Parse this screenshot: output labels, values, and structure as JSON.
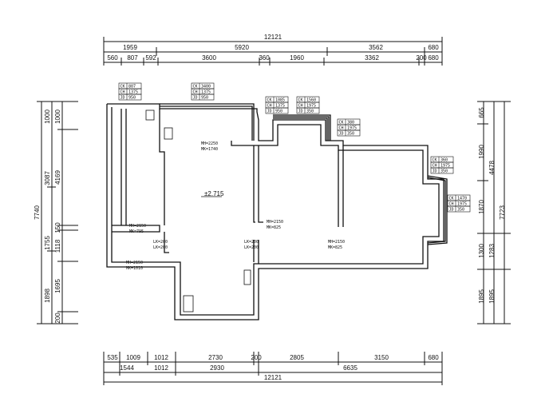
{
  "top_dims": {
    "total": "12121",
    "row1": [
      "1959",
      "5920",
      "3562",
      "680"
    ],
    "row2": [
      "560",
      "807",
      "592",
      "3600",
      "360",
      "1960",
      "3362",
      "200",
      "680"
    ]
  },
  "bottom_dims": {
    "total": "12121",
    "row1": [
      "535",
      "1009",
      "1012",
      "2730",
      "200",
      "2805",
      "3150",
      "680"
    ],
    "row2": [
      "1544",
      "1012",
      "2930",
      "6635"
    ]
  },
  "left_dims": {
    "total": "7740",
    "outer": [
      "3087",
      "1755",
      "1898"
    ],
    "inner": [
      "1000",
      "4169",
      "150",
      "1118",
      "1695",
      "200"
    ],
    "extra": [
      "1000"
    ]
  },
  "right_dims": {
    "total": "7723",
    "outer": [
      "4478",
      "1283",
      "1895"
    ],
    "inner": [
      "665",
      "1990",
      "1870",
      "1300",
      "1895"
    ]
  },
  "level_mark": "±2.715",
  "openings": [
    {
      "rows": [
        [
          "CK",
          "807"
        ],
        [
          "CH",
          "1375"
        ],
        [
          "JD",
          "950"
        ]
      ]
    },
    {
      "rows": [
        [
          "CK",
          "3400"
        ],
        [
          "CH",
          "1375"
        ],
        [
          "JD",
          "950"
        ]
      ]
    },
    {
      "rows": [
        [
          "CK",
          "1085"
        ],
        [
          "CH",
          "1375"
        ],
        [
          "JD",
          "950"
        ]
      ]
    },
    {
      "rows": [
        [
          "CK",
          "1560"
        ],
        [
          "CH",
          "1975"
        ],
        [
          "JD",
          "350"
        ]
      ]
    },
    {
      "rows": [
        [
          "CK",
          "380"
        ],
        [
          "CH",
          "1975"
        ],
        [
          "JD",
          "350"
        ]
      ]
    },
    {
      "rows": [
        [
          "CK",
          "360"
        ],
        [
          "CH",
          "1975"
        ],
        [
          "JD",
          "350"
        ]
      ]
    },
    {
      "rows": [
        [
          "CK",
          "1470"
        ],
        [
          "CH",
          "1975"
        ],
        [
          "JD",
          "350"
        ]
      ]
    }
  ],
  "door_labels": [
    [
      "MH=2250",
      "MK=1740"
    ],
    [
      "MH=2150",
      "MK=825"
    ],
    [
      "MH=2150",
      "MK=795"
    ],
    [
      "MH=2150",
      "MK=1010"
    ],
    [
      "MH=2150",
      "MK=825"
    ]
  ],
  "lk_labels": [
    [
      "LK=200",
      "LK=200"
    ],
    [
      "LK=200",
      "LK=200"
    ]
  ]
}
